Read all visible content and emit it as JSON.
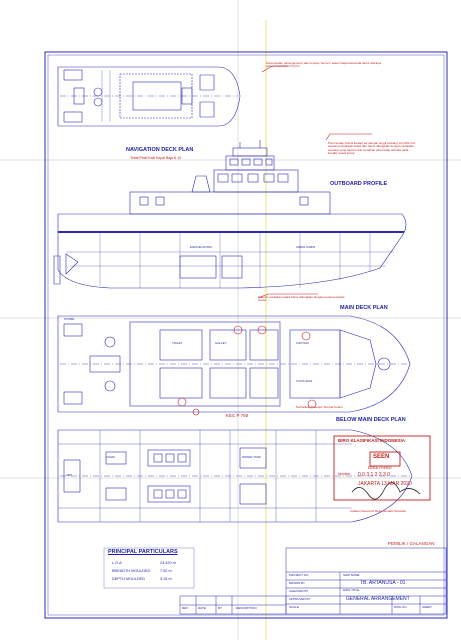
{
  "drawing": {
    "title_nav_deck": "NAVIGATION DECK PLAN",
    "subtitle_nav_deck": "Tebal Pelat Kaki Kepal Baja & 10",
    "title_outboard": "OUTBOARD PROFILE",
    "title_main_deck": "MAIN DECK PLAN",
    "title_below_deck": "BELOW MAIN DECK PLAN",
    "label_engine_room": "ENGINE ROOM",
    "label_crew_cabin": "CREW CABIN",
    "label_store": "STORE",
    "label_galley": "GALLEY",
    "label_toilet": "TOILET",
    "label_captain": "CAPTAIN",
    "label_cook": "COOK ENG",
    "label_water_tank": "WATER TANK",
    "label_foam": "FOAM",
    "label_ab": "ABS",
    "note_red_top": "Penempatan (arrangement) dari tempat / lemari / sekoci kapal bertanda harus disetujui oleh pemerintah",
    "note_red_right": "Pintu kedap (harus kedap) air dengan tinggi ambang min 600 mm sesuai persyaratan kelas dan harus dilengkapi dengan peralatan penutup yang tepat untuk menahan pintu tetap terbuka pada kondisi cuaca buruk",
    "note_red_mid": "Saluran peralatan udara harus dilengkapi dengan penutup kedap cuaca",
    "note_red_below": "Perhatikan Disetujui Tempat Kolam",
    "note_red_bottom": "Catatan Sesuai KI Rekomendasi Tertanda",
    "stamp_small": "KEC P 768"
  },
  "stamp": {
    "line1": "BIRO KLASIFIKASI INDONESIA",
    "line2": "SEEN",
    "line3": "DIKETAHUI",
    "line4": "Number",
    "number": "0 0 3 1 2 3 3 0",
    "place_date": "JAKARTA 13 MAR 2020"
  },
  "particulars": {
    "heading": "PRINCIPAL PARTICULARS",
    "rows": [
      {
        "label": "L.O.A",
        "value": "23,420 m"
      },
      {
        "label": "BREADTH MOULDED",
        "value": "7,00 m"
      },
      {
        "label": "DEPTH MOULDED",
        "value": "3,15 m"
      }
    ]
  },
  "title_block": {
    "owner": "PEMILIK / GALANGAN",
    "project_label": "PROJECT NO.",
    "ship_name_label": "SHIP NAME",
    "ship_name": "TB. ARTANUSA - 01",
    "drawing_title_label": "DWG TITLE",
    "drawing_title": "GENERAL ARRANGEMENT",
    "rows_left": [
      "DRAWN BY",
      "CHECKED BY",
      "APPROVED BY",
      "SCALE"
    ],
    "rows_right": [
      "DWG NO.",
      "SHEET",
      "REV"
    ],
    "rev_headers": [
      "REV",
      "DATE",
      "BY",
      "DESCRIPTION"
    ]
  },
  "colors": {
    "line": "#2a2ab8",
    "stamp": "#c41c1c",
    "paper": "#ffffff"
  }
}
